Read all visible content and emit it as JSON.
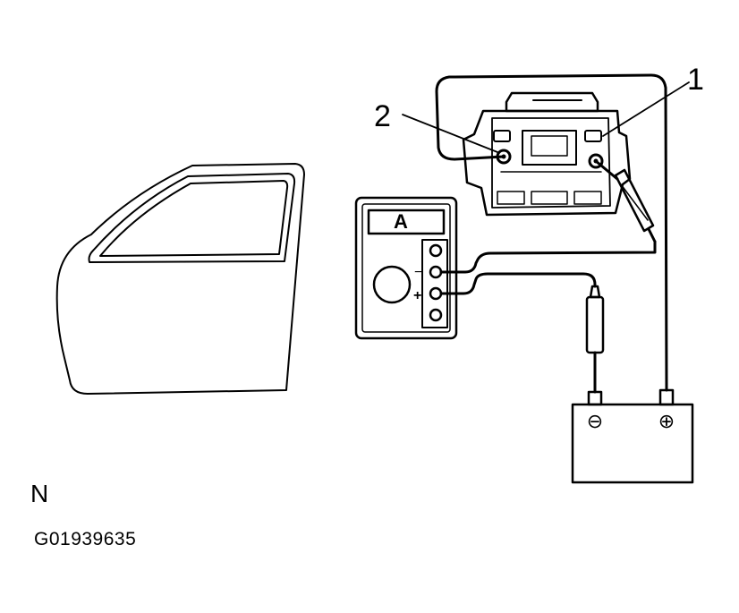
{
  "callouts": {
    "one": "1",
    "two": "2"
  },
  "meter": {
    "unit": "A",
    "minus": "−",
    "plus": "+"
  },
  "battery": {
    "negative": "⊖",
    "positive": "⊕"
  },
  "view": {
    "letter": "N"
  },
  "figure": {
    "id": "G01939635"
  }
}
